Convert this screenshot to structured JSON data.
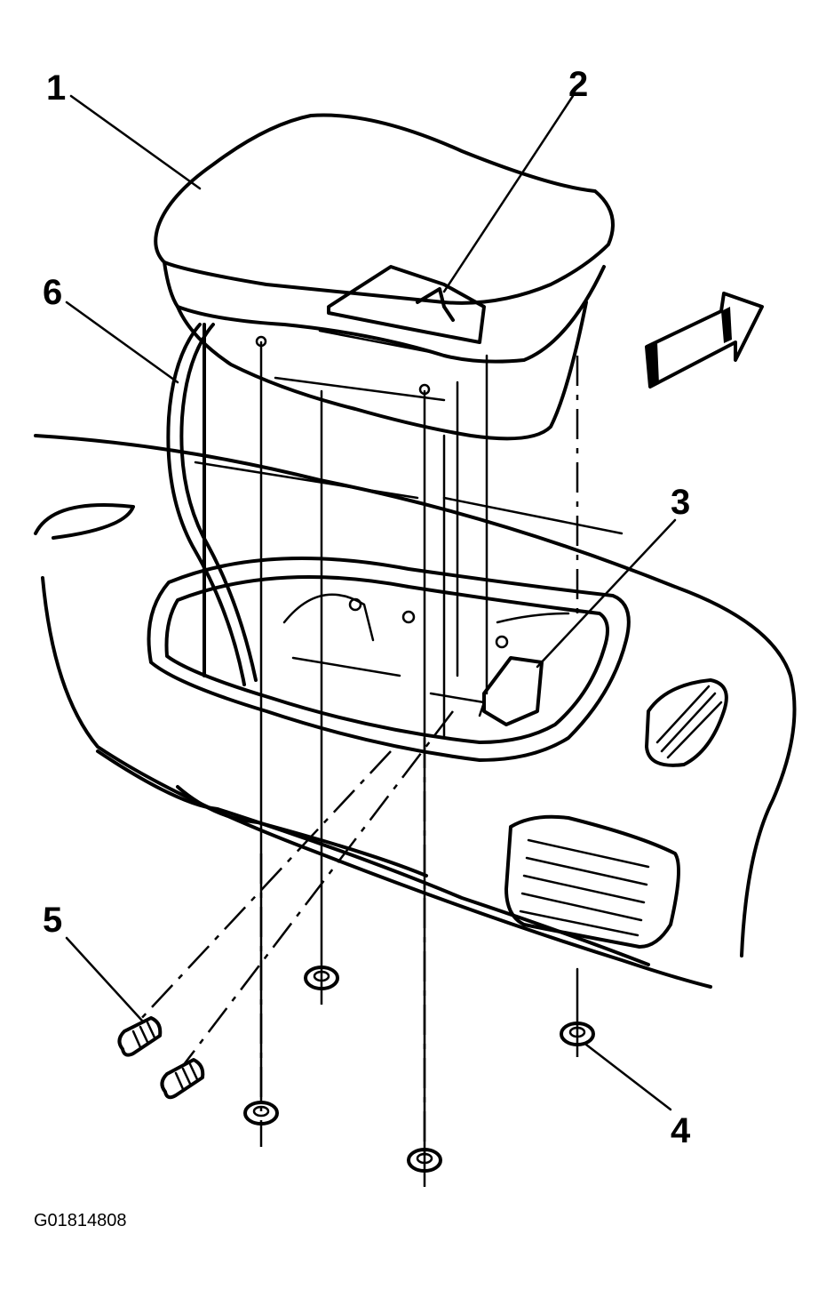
{
  "callouts": [
    "1",
    "2",
    "3",
    "4",
    "5",
    "6"
  ],
  "figure_code": "G01814808"
}
